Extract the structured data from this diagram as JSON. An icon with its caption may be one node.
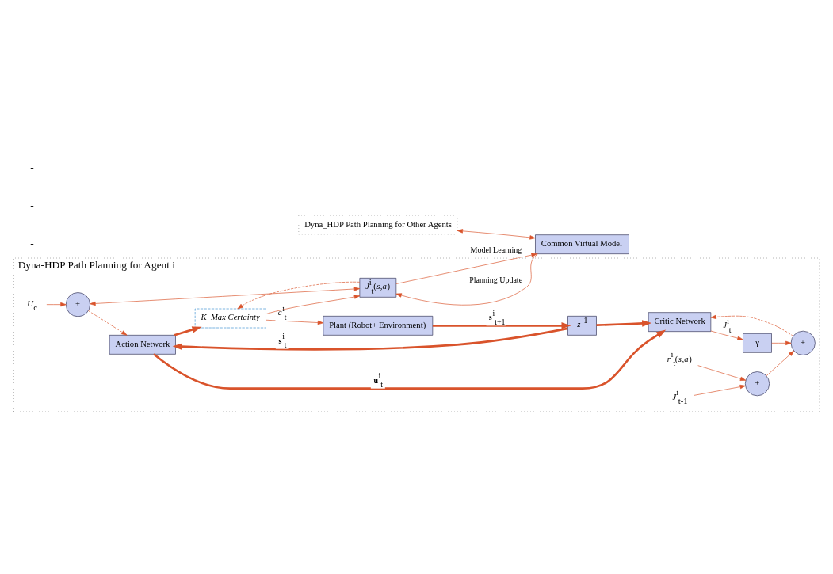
{
  "diagram": {
    "nodes": [
      {
        "text": [
          "Dyna-HDP Path Planning for Agent i"
        ]
      },
      {
        "text": [
          "Action Network"
        ],
        "in": 0
      },
      {
        "text": [
          "Critic Network"
        ],
        "in": 0
      },
      {
        "text": [
          "*K_Max Certainty*"
        ],
        "in": 0
      },
      {
        "text": [
          "Plant (Robot+ Environment)"
        ],
        "in": 0
      },
      {
        "text": [
          "*z*$^{-1}$"
        ],
        "in": 0
      },
      {
        "text": [
          "*J*$^{i}$$_{t}$(*s*,*a*)"
        ],
        "in": 0
      },
      {
        "text": [
          "γ"
        ],
        "in": 0
      },
      {
        "text": [
          "+"
        ],
        "in": 0
      },
      {
        "text": [
          "+"
        ],
        "in": 0
      },
      {
        "text": [
          "+"
        ],
        "in": 0
      },
      {
        "text": [
          "Dyna_HDP Path Planning for Other Agents"
        ]
      },
      {
        "text": [
          "Common Virtual Model"
        ]
      },
      {
        "text": [
          "*U*$_{c}$"
        ],
        "in": 0
      },
      {
        "text": [
          "*r*$^{i}$$_{t}$(*s*,*a*)"
        ],
        "in": 0
      },
      {
        "text": [
          "*J*$^{i}$$_{t-1}$"
        ],
        "in": 0
      }
    ],
    "edges": [
      {
        "from": 5,
        "to": 1,
        "arrow": "to",
        "style": "thick",
        "label": "**s**$^{i}$$_{t}$"
      },
      {
        "from": 5,
        "to": 2,
        "arrow": "to",
        "style": "thick"
      },
      {
        "from": 1,
        "to": 2,
        "arrow": "to",
        "style": "thick",
        "label": "**u**$^{i}$$_{t}$"
      },
      {
        "from": 1,
        "to": 3,
        "arrow": "to",
        "style": "thick"
      },
      {
        "from": 4,
        "to": 5,
        "arrow": "to",
        "style": "thick",
        "label": "**s**$^{i}$$_{t+1}$"
      },
      {
        "from": 3,
        "to": 4,
        "arrow": "to",
        "label": "*a*$^{i}$$_{t}$"
      },
      {
        "from": 3,
        "to": 6,
        "arrow": "to"
      },
      {
        "from": 2,
        "to": 7,
        "arrow": "to",
        "label": "*J*$^{i}$$_{t}$"
      },
      {
        "from": 7,
        "to": 10,
        "arrow": "to"
      },
      {
        "from": 13,
        "to": 8,
        "arrow": "to"
      },
      {
        "from": 14,
        "to": 9,
        "arrow": "to"
      },
      {
        "from": 15,
        "to": 9,
        "arrow": "to"
      },
      {
        "from": 9,
        "to": 10,
        "arrow": "to"
      },
      {
        "from": 8,
        "to": 6,
        "arrow": "both"
      },
      {
        "from": 8,
        "to": 1,
        "arrow": "to",
        "style": "dashed"
      },
      {
        "from": 10,
        "to": 2,
        "arrow": "to",
        "style": "dashed"
      },
      {
        "from": 6,
        "to": 3,
        "arrow": "to",
        "style": "dashed"
      },
      {
        "from": 6,
        "to": 12,
        "arrow": "to",
        "label": "Model Learning"
      },
      {
        "from": 12,
        "to": 6,
        "arrow": "to",
        "label": "Planning Update"
      },
      {
        "from": 11,
        "to": 12,
        "arrow": "both"
      }
    ],
    "labels": [
      "-",
      "-",
      "-"
    ]
  }
}
